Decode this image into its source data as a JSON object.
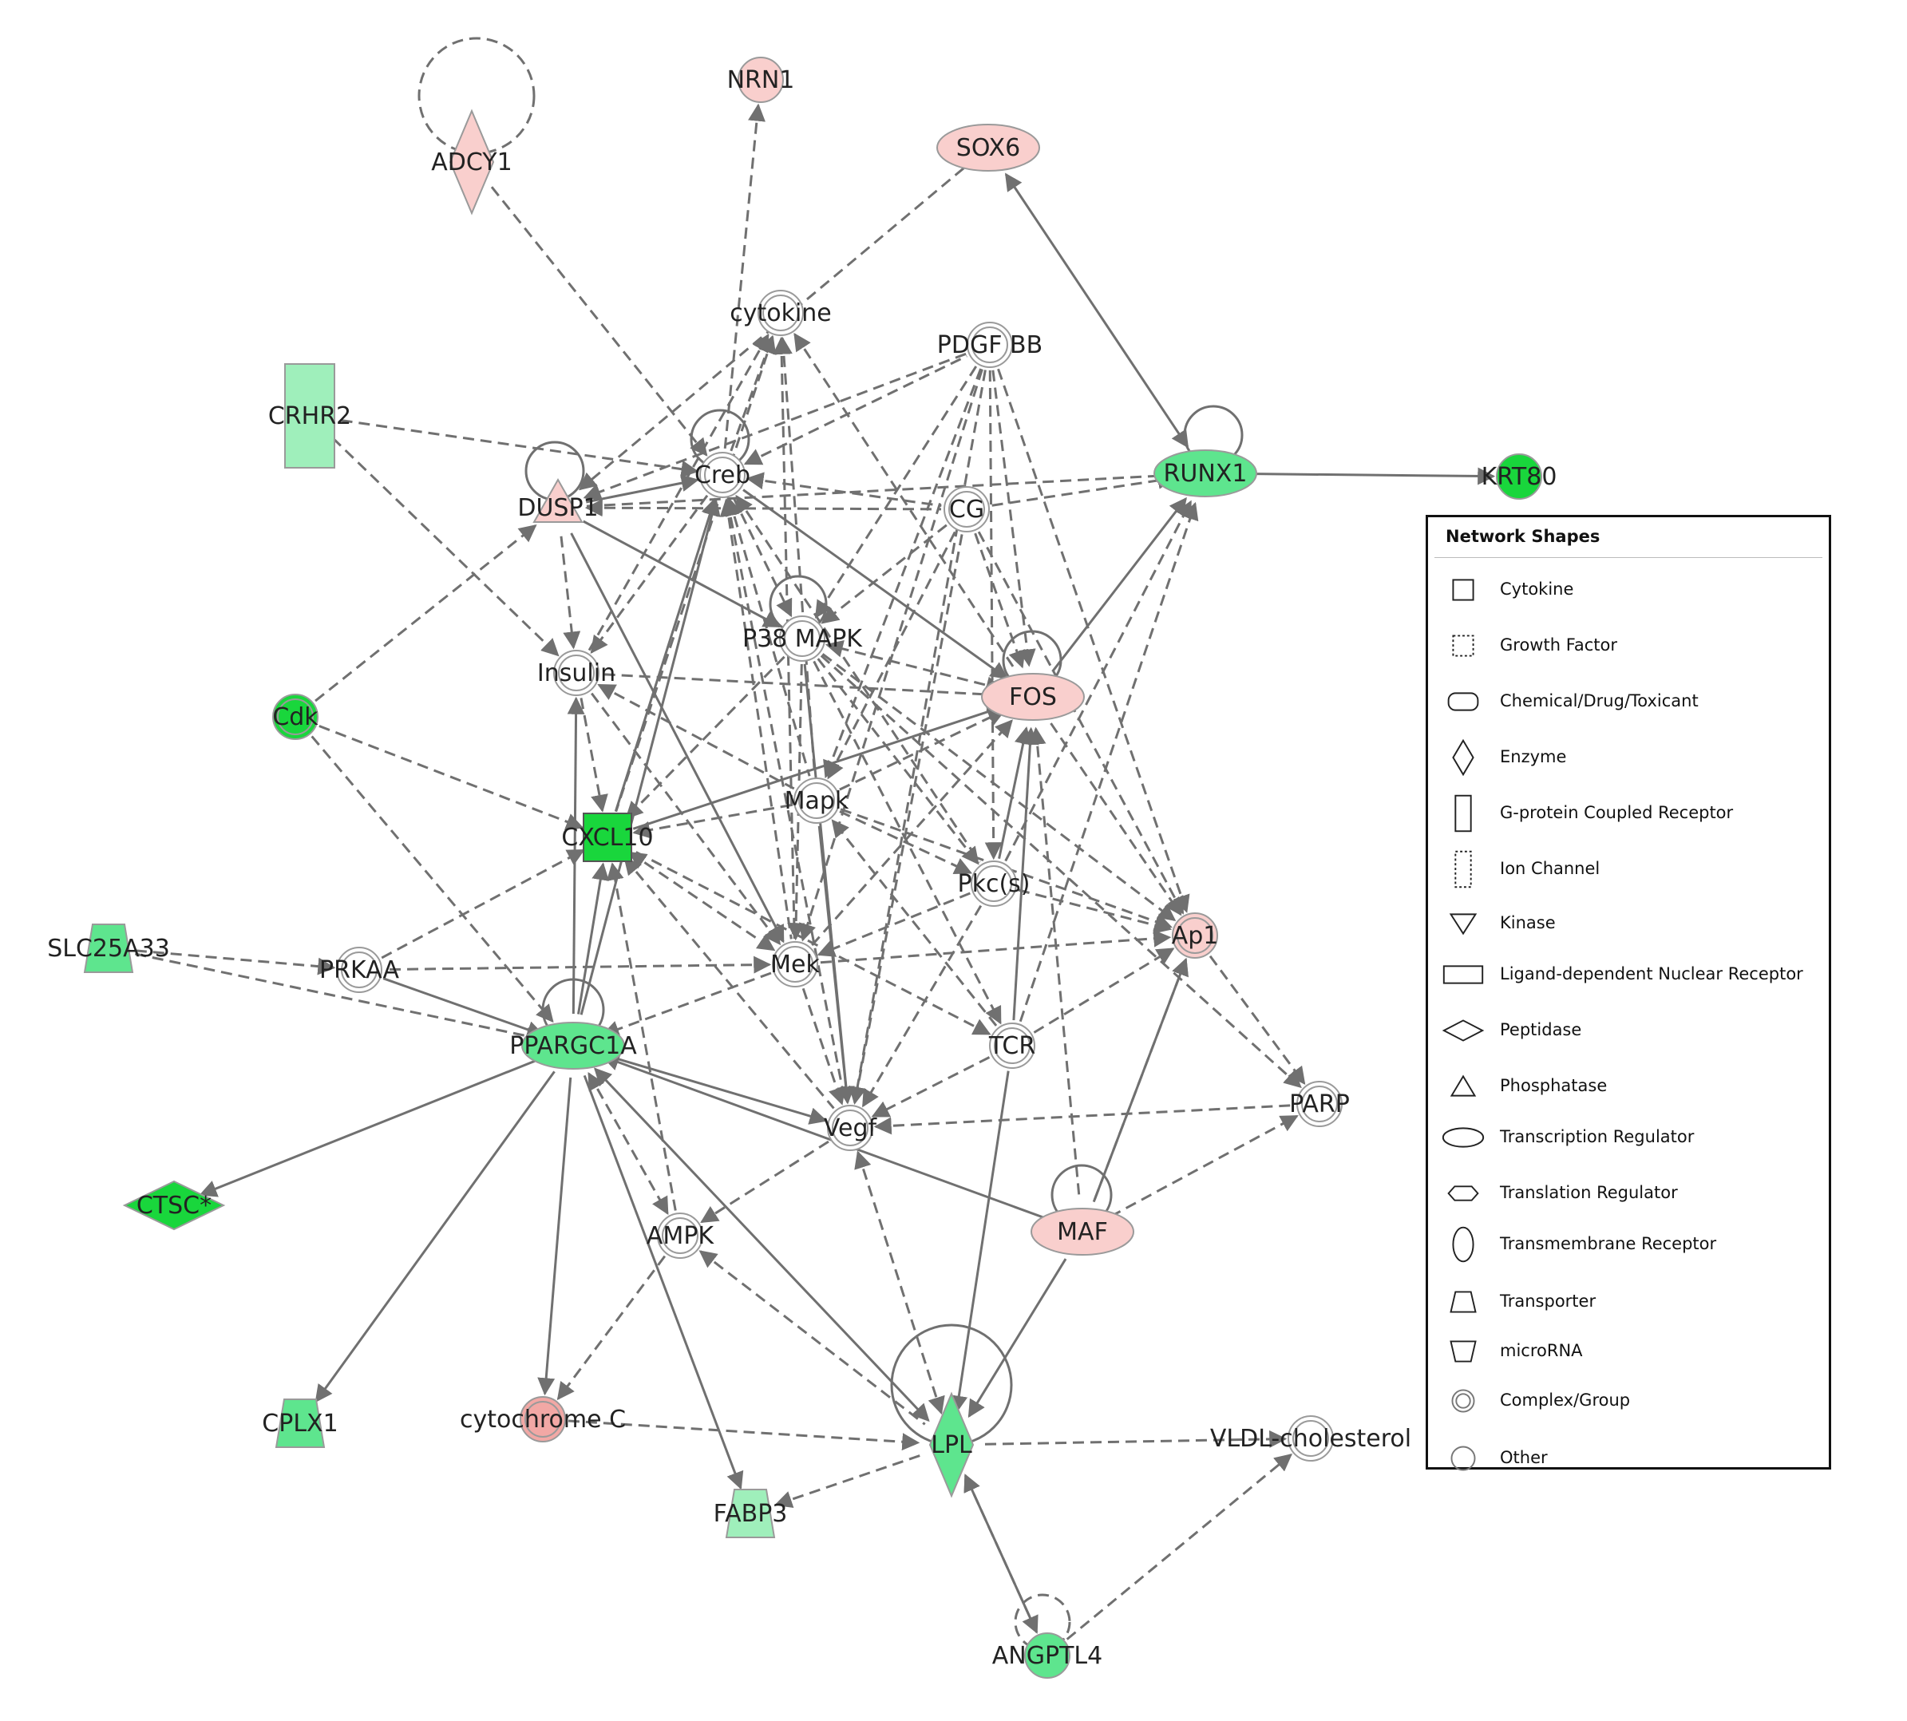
{
  "colors": {
    "up_light": "#f9cfcd",
    "up_strong": "#f2a8a5",
    "down_light": "#9fefbb",
    "down_medium": "#5ee58e",
    "down_strong": "#19d63c",
    "neutral": "#ffffff",
    "edge": "#707070"
  },
  "nodes": [
    {
      "id": "NRN1",
      "label": "NRN1",
      "shape": "circle",
      "color": "up_light"
    },
    {
      "id": "ADCY1",
      "label": "ADCY1",
      "shape": "enzyme",
      "color": "up_light"
    },
    {
      "id": "SOX6",
      "label": "SOX6",
      "shape": "ellipse",
      "color": "up_light"
    },
    {
      "id": "cytokine",
      "label": "cytokine",
      "shape": "complex",
      "color": "neutral"
    },
    {
      "id": "PDGFBB",
      "label": "PDGF BB",
      "shape": "complex",
      "color": "neutral"
    },
    {
      "id": "CRHR2",
      "label": "CRHR2",
      "shape": "gpcr",
      "color": "down_light"
    },
    {
      "id": "Creb",
      "label": "Creb",
      "shape": "complex",
      "color": "neutral"
    },
    {
      "id": "CG",
      "label": "CG",
      "shape": "complex",
      "color": "neutral"
    },
    {
      "id": "RUNX1",
      "label": "RUNX1",
      "shape": "ellipse",
      "color": "down_medium"
    },
    {
      "id": "KRT80",
      "label": "KRT80",
      "shape": "circle",
      "color": "down_strong"
    },
    {
      "id": "DUSP1",
      "label": "DUSP1",
      "shape": "phosphatase",
      "color": "up_light"
    },
    {
      "id": "P38MAPK",
      "label": "P38 MAPK",
      "shape": "complex",
      "color": "neutral"
    },
    {
      "id": "Insulin",
      "label": "Insulin",
      "shape": "complex",
      "color": "neutral"
    },
    {
      "id": "FOS",
      "label": "FOS",
      "shape": "ellipse",
      "color": "up_light"
    },
    {
      "id": "Cdk",
      "label": "Cdk",
      "shape": "complex",
      "color": "down_strong"
    },
    {
      "id": "Mapk",
      "label": "Mapk",
      "shape": "complex",
      "color": "neutral"
    },
    {
      "id": "CXCL10",
      "label": "CXCL10",
      "shape": "cytokine",
      "color": "down_strong"
    },
    {
      "id": "Pkcs",
      "label": "Pkc(s)",
      "shape": "complex",
      "color": "neutral"
    },
    {
      "id": "Ap1",
      "label": "Ap1",
      "shape": "complex",
      "color": "up_light"
    },
    {
      "id": "SLC25A33",
      "label": "SLC25A33",
      "shape": "transporter",
      "color": "down_medium"
    },
    {
      "id": "PRKAA",
      "label": "PRKAA",
      "shape": "complex",
      "color": "neutral"
    },
    {
      "id": "Mek",
      "label": "Mek",
      "shape": "complex",
      "color": "neutral"
    },
    {
      "id": "PPARGC1A",
      "label": "PPARGC1A",
      "shape": "ellipse",
      "color": "down_medium"
    },
    {
      "id": "TCR",
      "label": "TCR",
      "shape": "complex",
      "color": "neutral"
    },
    {
      "id": "PARP",
      "label": "PARP",
      "shape": "complex",
      "color": "neutral"
    },
    {
      "id": "Vegf",
      "label": "Vegf",
      "shape": "complex",
      "color": "neutral"
    },
    {
      "id": "CTSC",
      "label": "CTSC*",
      "shape": "peptidase",
      "color": "down_strong"
    },
    {
      "id": "MAF",
      "label": "MAF",
      "shape": "ellipse",
      "color": "up_light"
    },
    {
      "id": "AMPK",
      "label": "AMPK",
      "shape": "complex",
      "color": "neutral"
    },
    {
      "id": "CPLX1",
      "label": "CPLX1",
      "shape": "transporter",
      "color": "down_medium"
    },
    {
      "id": "cytochromeC",
      "label": "cytochrome C",
      "shape": "complex",
      "color": "up_strong"
    },
    {
      "id": "LPL",
      "label": "LPL",
      "shape": "enzyme",
      "color": "down_medium"
    },
    {
      "id": "VLDL",
      "label": "VLDL-cholesterol",
      "shape": "complex",
      "color": "neutral"
    },
    {
      "id": "FABP3",
      "label": "FABP3",
      "shape": "transporter",
      "color": "down_light"
    },
    {
      "id": "ANGPTL4",
      "label": "ANGPTL4",
      "shape": "circle",
      "color": "down_medium"
    }
  ],
  "edges": [
    {
      "from": "ADCY1",
      "to": "ADCY1",
      "dashed": true,
      "self": true
    },
    {
      "from": "ADCY1",
      "to": "Creb",
      "dashed": true
    },
    {
      "from": "NRN1",
      "to": "Creb",
      "dashed": true,
      "reverse": true
    },
    {
      "from": "SOX6",
      "to": "DUSP1",
      "dashed": true
    },
    {
      "from": "SOX6",
      "to": "RUNX1",
      "dashed": false,
      "bidirectional": true
    },
    {
      "from": "RUNX1",
      "to": "RUNX1",
      "dashed": false,
      "self": true
    },
    {
      "from": "RUNX1",
      "to": "KRT80",
      "dashed": false
    },
    {
      "from": "CRHR2",
      "to": "Creb",
      "dashed": true
    },
    {
      "from": "CRHR2",
      "to": "Insulin",
      "dashed": true
    },
    {
      "from": "DUSP1",
      "to": "DUSP1",
      "dashed": false,
      "self": true
    },
    {
      "from": "Creb",
      "to": "Creb",
      "dashed": false,
      "self": true
    },
    {
      "from": "P38MAPK",
      "to": "P38MAPK",
      "dashed": false,
      "self": true
    },
    {
      "from": "FOS",
      "to": "FOS",
      "dashed": false,
      "self": true
    },
    {
      "from": "PPARGC1A",
      "to": "PPARGC1A",
      "dashed": false,
      "self": true
    },
    {
      "from": "MAF",
      "to": "MAF",
      "dashed": false,
      "self": true
    },
    {
      "from": "LPL",
      "to": "LPL",
      "dashed": false,
      "self": true
    },
    {
      "from": "ANGPTL4",
      "to": "ANGPTL4",
      "dashed": true,
      "self": true
    },
    {
      "from": "Cdk",
      "to": "DUSP1",
      "dashed": true
    },
    {
      "from": "Cdk",
      "to": "CXCL10",
      "dashed": true
    },
    {
      "from": "Cdk",
      "to": "PPARGC1A",
      "dashed": true
    },
    {
      "from": "DUSP1",
      "to": "Creb",
      "dashed": false
    },
    {
      "from": "DUSP1",
      "to": "CG",
      "dashed": true,
      "reverse": true
    },
    {
      "from": "DUSP1",
      "to": "P38MAPK",
      "dashed": false
    },
    {
      "from": "DUSP1",
      "to": "Insulin",
      "dashed": true
    },
    {
      "from": "DUSP1",
      "to": "Mek",
      "dashed": false
    },
    {
      "from": "DUSP1",
      "to": "RUNX1",
      "dashed": true
    },
    {
      "from": "Creb",
      "to": "cytokine",
      "dashed": true
    },
    {
      "from": "Creb",
      "to": "PDGFBB",
      "dashed": true,
      "reverse": true
    },
    {
      "from": "Creb",
      "to": "CG",
      "dashed": true,
      "reverse": true
    },
    {
      "from": "Creb",
      "to": "FOS",
      "dashed": false
    },
    {
      "from": "Creb",
      "to": "P38MAPK",
      "dashed": true
    },
    {
      "from": "Creb",
      "to": "Insulin",
      "dashed": true
    },
    {
      "from": "Creb",
      "to": "CXCL10",
      "dashed": false,
      "reverse": true
    },
    {
      "from": "Creb",
      "to": "Mapk",
      "dashed": true,
      "reverse": true
    },
    {
      "from": "Creb",
      "to": "Mek",
      "dashed": true,
      "reverse": true
    },
    {
      "from": "Creb",
      "to": "Pkcs",
      "dashed": true,
      "reverse": true
    },
    {
      "from": "Creb",
      "to": "Vegf",
      "dashed": true,
      "reverse": true
    },
    {
      "from": "cytokine",
      "to": "Insulin",
      "dashed": true,
      "reverse": true
    },
    {
      "from": "cytokine",
      "to": "Mapk",
      "dashed": true,
      "reverse": true
    },
    {
      "from": "cytokine",
      "to": "Mek",
      "dashed": true,
      "reverse": true
    },
    {
      "from": "cytokine",
      "to": "FOS",
      "dashed": true,
      "reverse": true
    },
    {
      "from": "cytokine",
      "to": "CXCL10",
      "dashed": true,
      "reverse": true
    },
    {
      "from": "PDGFBB",
      "to": "P38MAPK",
      "dashed": true
    },
    {
      "from": "PDGFBB",
      "to": "FOS",
      "dashed": true
    },
    {
      "from": "PDGFBB",
      "to": "Mapk",
      "dashed": true
    },
    {
      "from": "PDGFBB",
      "to": "Mek",
      "dashed": true
    },
    {
      "from": "PDGFBB",
      "to": "Ap1",
      "dashed": true
    },
    {
      "from": "PDGFBB",
      "to": "Pkcs",
      "dashed": true
    },
    {
      "from": "PDGFBB",
      "to": "Vegf",
      "dashed": true
    },
    {
      "from": "PDGFBB",
      "to": "DUSP1",
      "dashed": true
    },
    {
      "from": "CG",
      "to": "RUNX1",
      "dashed": true
    },
    {
      "from": "CG",
      "to": "P38MAPK",
      "dashed": true
    },
    {
      "from": "CG",
      "to": "FOS",
      "dashed": true
    },
    {
      "from": "CG",
      "to": "Mapk",
      "dashed": true
    },
    {
      "from": "CG",
      "to": "Vegf",
      "dashed": true
    },
    {
      "from": "CG",
      "to": "Ap1",
      "dashed": true
    },
    {
      "from": "FOS",
      "to": "RUNX1",
      "dashed": false
    },
    {
      "from": "FOS",
      "to": "CXCL10",
      "dashed": false,
      "reverse": true
    },
    {
      "from": "FOS",
      "to": "Ap1",
      "dashed": true
    },
    {
      "from": "FOS",
      "to": "MAF",
      "dashed": true,
      "reverse": true
    },
    {
      "from": "FOS",
      "to": "P38MAPK",
      "dashed": true,
      "bidirectional": true
    },
    {
      "from": "FOS",
      "to": "Insulin",
      "dashed": true,
      "reverse": true
    },
    {
      "from": "Pkcs",
      "to": "RUNX1",
      "dashed": true
    },
    {
      "from": "Pkcs",
      "to": "FOS",
      "dashed": false
    },
    {
      "from": "Mek",
      "to": "FOS",
      "dashed": true
    },
    {
      "from": "Mapk",
      "to": "FOS",
      "dashed": true
    },
    {
      "from": "TCR",
      "to": "FOS",
      "dashed": false
    },
    {
      "from": "TCR",
      "to": "RUNX1",
      "dashed": true
    },
    {
      "from": "TCR",
      "to": "Ap1",
      "dashed": true
    },
    {
      "from": "TCR",
      "to": "Mapk",
      "dashed": true
    },
    {
      "from": "TCR",
      "to": "Vegf",
      "dashed": true
    },
    {
      "from": "TCR",
      "to": "CXCL10",
      "dashed": true,
      "reverse": true
    },
    {
      "from": "TCR",
      "to": "LPL",
      "dashed": false
    },
    {
      "from": "P38MAPK",
      "to": "Vegf",
      "dashed": false
    },
    {
      "from": "P38MAPK",
      "to": "Mek",
      "dashed": true
    },
    {
      "from": "P38MAPK",
      "to": "CXCL10",
      "dashed": true
    },
    {
      "from": "P38MAPK",
      "to": "Ap1",
      "dashed": true
    },
    {
      "from": "P38MAPK",
      "to": "Pkcs",
      "dashed": true
    },
    {
      "from": "P38MAPK",
      "to": "TCR",
      "dashed": true
    },
    {
      "from": "P38MAPK",
      "to": "PARP",
      "dashed": true
    },
    {
      "from": "Insulin",
      "to": "Mek",
      "dashed": true
    },
    {
      "from": "Insulin",
      "to": "Mapk",
      "dashed": true,
      "reverse": true
    },
    {
      "from": "Insulin",
      "to": "CXCL10",
      "dashed": true
    },
    {
      "from": "PPARGC1A",
      "to": "Insulin",
      "dashed": false
    },
    {
      "from": "CXCL10",
      "to": "Mek",
      "dashed": true,
      "bidirectional": true
    },
    {
      "from": "Mapk",
      "to": "CXCL10",
      "dashed": true
    },
    {
      "from": "Mapk",
      "to": "Ap1",
      "dashed": true
    },
    {
      "from": "Mapk",
      "to": "Vegf",
      "dashed": false
    },
    {
      "from": "Mapk",
      "to": "Pkcs",
      "dashed": true
    },
    {
      "from": "Pkcs",
      "to": "Vegf",
      "dashed": true
    },
    {
      "from": "Pkcs",
      "to": "Mek",
      "dashed": true
    },
    {
      "from": "Pkcs",
      "to": "Ap1",
      "dashed": true
    },
    {
      "from": "Mek",
      "to": "Ap1",
      "dashed": true
    },
    {
      "from": "Mek",
      "to": "Vegf",
      "dashed": true
    },
    {
      "from": "Mek",
      "to": "PRKAA",
      "dashed": true,
      "reverse": true
    },
    {
      "from": "Mek",
      "to": "PPARGC1A",
      "dashed": true
    },
    {
      "from": "Ap1",
      "to": "PARP",
      "dashed": true
    },
    {
      "from": "Ap1",
      "to": "MAF",
      "dashed": true,
      "reverse": true
    },
    {
      "from": "MAF",
      "to": "Ap1",
      "dashed": false
    },
    {
      "from": "MAF",
      "to": "PPARGC1A",
      "dashed": false
    },
    {
      "from": "MAF",
      "to": "PARP",
      "dashed": true
    },
    {
      "from": "MAF",
      "to": "LPL",
      "dashed": false
    },
    {
      "from": "SLC25A33",
      "to": "PRKAA",
      "dashed": true
    },
    {
      "from": "SLC25A33",
      "to": "PPARGC1A",
      "dashed": true
    },
    {
      "from": "PRKAA",
      "to": "CXCL10",
      "dashed": true
    },
    {
      "from": "PRKAA",
      "to": "PPARGC1A",
      "dashed": false
    },
    {
      "from": "PPARGC1A",
      "to": "CXCL10",
      "dashed": false
    },
    {
      "from": "PPARGC1A",
      "to": "Creb",
      "dashed": false
    },
    {
      "from": "PPARGC1A",
      "to": "Vegf",
      "dashed": false
    },
    {
      "from": "PPARGC1A",
      "to": "AMPK",
      "dashed": true,
      "bidirectional": true
    },
    {
      "from": "PPARGC1A",
      "to": "CTSC",
      "dashed": false
    },
    {
      "from": "PPARGC1A",
      "to": "CPLX1",
      "dashed": false
    },
    {
      "from": "PPARGC1A",
      "to": "cytochromeC",
      "dashed": false
    },
    {
      "from": "PPARGC1A",
      "to": "FABP3",
      "dashed": false
    },
    {
      "from": "PPARGC1A",
      "to": "LPL",
      "dashed": false,
      "bidirectional": true
    },
    {
      "from": "AMPK",
      "to": "CXCL10",
      "dashed": true
    },
    {
      "from": "AMPK",
      "to": "cytochromeC",
      "dashed": true
    },
    {
      "from": "AMPK",
      "to": "LPL",
      "dashed": true,
      "reverse": true
    },
    {
      "from": "Vegf",
      "to": "AMPK",
      "dashed": true
    },
    {
      "from": "Vegf",
      "to": "LPL",
      "dashed": true,
      "bidirectional": true
    },
    {
      "from": "Vegf",
      "to": "PARP",
      "dashed": true,
      "reverse": true
    },
    {
      "from": "cytochromeC",
      "to": "LPL",
      "dashed": true
    },
    {
      "from": "LPL",
      "to": "VLDL",
      "dashed": true
    },
    {
      "from": "LPL",
      "to": "FABP3",
      "dashed": true
    },
    {
      "from": "LPL",
      "to": "ANGPTL4",
      "dashed": false,
      "bidirectional": true
    },
    {
      "from": "ANGPTL4",
      "to": "LPL",
      "dashed": true
    },
    {
      "from": "ANGPTL4",
      "to": "VLDL",
      "dashed": true
    },
    {
      "from": "CXCL10",
      "to": "Vegf",
      "dashed": true,
      "reverse": true
    }
  ],
  "legend": {
    "title": "Network Shapes",
    "items": [
      {
        "icon": "square",
        "label": "Cytokine"
      },
      {
        "icon": "dotted-square",
        "label": "Growth Factor"
      },
      {
        "icon": "rounded-rect",
        "label": "Chemical/Drug/Toxicant"
      },
      {
        "icon": "diamond",
        "label": "Enzyme"
      },
      {
        "icon": "tall-rect",
        "label": "G-protein Coupled Receptor"
      },
      {
        "icon": "dotted-tall-rect",
        "label": "Ion Channel"
      },
      {
        "icon": "down-triangle",
        "label": "Kinase"
      },
      {
        "icon": "wide-rect",
        "label": "Ligand-dependent Nuclear Receptor"
      },
      {
        "icon": "wide-diamond",
        "label": "Peptidase"
      },
      {
        "icon": "triangle",
        "label": "Phosphatase"
      },
      {
        "icon": "ellipse",
        "label": "Transcription Regulator"
      },
      {
        "icon": "hexagon",
        "label": "Translation Regulator"
      },
      {
        "icon": "tall-ellipse",
        "label": "Transmembrane Receptor"
      },
      {
        "icon": "trapezoid",
        "label": "Transporter"
      },
      {
        "icon": "inverted-trapezoid",
        "label": "microRNA"
      },
      {
        "icon": "double-circle",
        "label": "Complex/Group"
      },
      {
        "icon": "circle",
        "label": "Other"
      }
    ]
  }
}
